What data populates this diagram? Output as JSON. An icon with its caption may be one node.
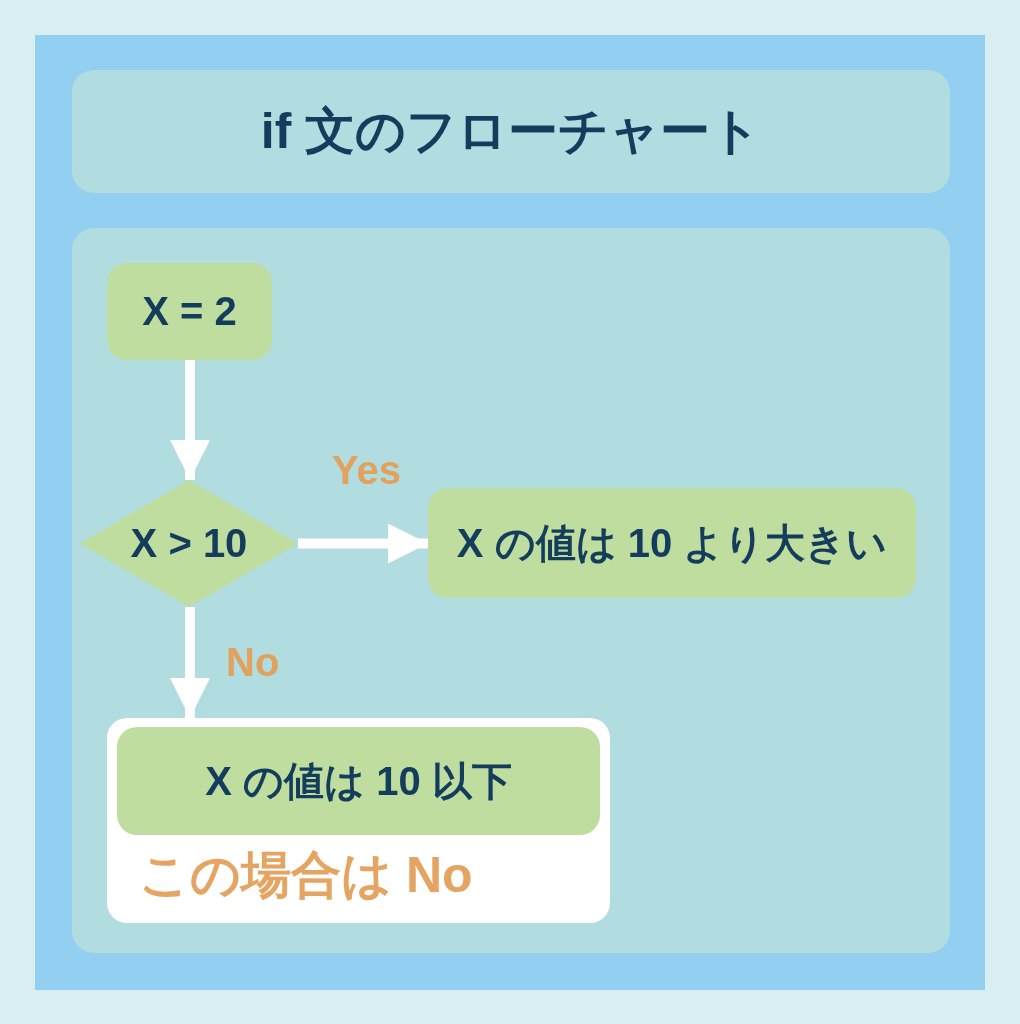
{
  "diagram": {
    "title": "if 文のフローチャート",
    "nodes": [
      {
        "text": [
          "X = 2"
        ]
      },
      {
        "text": [
          "X > 10"
        ]
      },
      {
        "text": [
          "X の値は 10 より大きい"
        ]
      },
      {
        "text": [
          "この場合は No"
        ]
      },
      {
        "text": [
          "X の値は 10 以下"
        ],
        "in": 3
      }
    ],
    "edges": [
      {
        "from": 0,
        "to": 1,
        "arrow": "to"
      },
      {
        "from": 1,
        "to": 2,
        "arrow": "to",
        "label": "Yes"
      },
      {
        "from": 1,
        "to": 3,
        "arrow": "to",
        "label": "No"
      }
    ]
  }
}
